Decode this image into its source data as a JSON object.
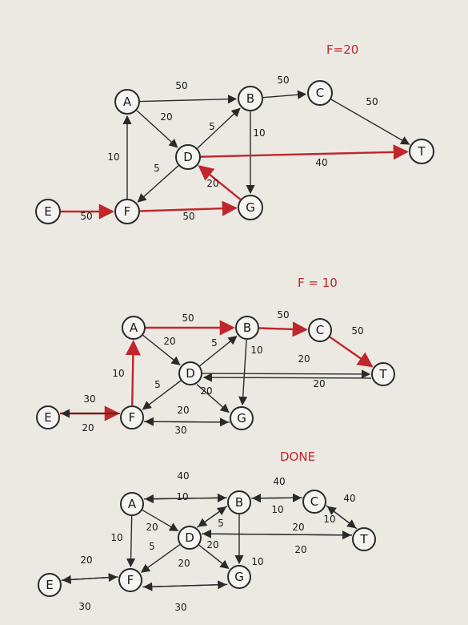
{
  "colors": {
    "ink": "#2a2a2a",
    "red": "#c0262b",
    "paper": "#ece9e3"
  },
  "diagrams": [
    {
      "title": "F=20",
      "nodes": [
        {
          "id": "A",
          "label": "A"
        },
        {
          "id": "B",
          "label": "B"
        },
        {
          "id": "C",
          "label": "C"
        },
        {
          "id": "D",
          "label": "D"
        },
        {
          "id": "E",
          "label": "E"
        },
        {
          "id": "F",
          "label": "F"
        },
        {
          "id": "G",
          "label": "G"
        },
        {
          "id": "T",
          "label": "T"
        }
      ],
      "edges": [
        {
          "from": "A",
          "to": "B",
          "label": "50",
          "red": false
        },
        {
          "from": "B",
          "to": "C",
          "label": "50",
          "red": false
        },
        {
          "from": "C",
          "to": "T",
          "label": "50",
          "red": false
        },
        {
          "from": "A",
          "to": "D",
          "label": "20",
          "red": false
        },
        {
          "from": "D",
          "to": "B",
          "label": "5",
          "red": false
        },
        {
          "from": "B",
          "to": "G",
          "label": "10",
          "red": false
        },
        {
          "from": "F",
          "to": "A",
          "label": "10",
          "red": false
        },
        {
          "from": "D",
          "to": "F",
          "label": "5",
          "red": false
        },
        {
          "from": "D",
          "to": "T",
          "label": "40",
          "red": true
        },
        {
          "from": "G",
          "to": "D",
          "label": "20",
          "red": true
        },
        {
          "from": "E",
          "to": "F",
          "label": "50",
          "red": true
        },
        {
          "from": "F",
          "to": "G",
          "label": "50",
          "red": true
        }
      ]
    },
    {
      "title": "F = 10",
      "nodes": [
        {
          "id": "A",
          "label": "A"
        },
        {
          "id": "B",
          "label": "B"
        },
        {
          "id": "C",
          "label": "C"
        },
        {
          "id": "D",
          "label": "D"
        },
        {
          "id": "E",
          "label": "E"
        },
        {
          "id": "F",
          "label": "F"
        },
        {
          "id": "G",
          "label": "G"
        },
        {
          "id": "T",
          "label": "T"
        }
      ],
      "edges": [
        {
          "from": "A",
          "to": "B",
          "label": "50",
          "red": true
        },
        {
          "from": "B",
          "to": "C",
          "label": "50",
          "red": true
        },
        {
          "from": "C",
          "to": "T",
          "label": "50",
          "red": true
        },
        {
          "from": "A",
          "to": "D",
          "label": "20",
          "red": false
        },
        {
          "from": "D",
          "to": "B",
          "label": "5",
          "red": false
        },
        {
          "from": "B",
          "to": "G",
          "label": "10",
          "red": false
        },
        {
          "from": "F",
          "to": "A",
          "label": "10",
          "red": true
        },
        {
          "from": "D",
          "to": "F",
          "label": "5",
          "red": false
        },
        {
          "from": "D",
          "to": "T",
          "label": "20",
          "red": false
        },
        {
          "from": "T",
          "to": "D",
          "label": "20",
          "red": false
        },
        {
          "from": "D",
          "to": "G",
          "label": "20",
          "red": false
        },
        {
          "from": "E",
          "to": "F",
          "label": "30",
          "red": true
        },
        {
          "from": "F",
          "to": "E",
          "label": "20",
          "red": false
        },
        {
          "from": "G",
          "to": "F",
          "label": "20",
          "red": false
        },
        {
          "from": "F",
          "to": "G",
          "label": "30",
          "red": false
        }
      ]
    },
    {
      "title": "DONE",
      "nodes": [
        {
          "id": "A",
          "label": "A"
        },
        {
          "id": "B",
          "label": "B"
        },
        {
          "id": "C",
          "label": "C"
        },
        {
          "id": "D",
          "label": "D"
        },
        {
          "id": "E",
          "label": "E"
        },
        {
          "id": "F",
          "label": "F"
        },
        {
          "id": "G",
          "label": "G"
        },
        {
          "id": "T",
          "label": "T"
        }
      ],
      "edges": [
        {
          "from": "A",
          "to": "B",
          "label": "40",
          "red": false
        },
        {
          "from": "B",
          "to": "A",
          "label": "10",
          "red": false
        },
        {
          "from": "B",
          "to": "C",
          "label": "40",
          "red": false
        },
        {
          "from": "C",
          "to": "B",
          "label": "10",
          "red": false
        },
        {
          "from": "C",
          "to": "T",
          "label": "40",
          "red": false
        },
        {
          "from": "T",
          "to": "C",
          "label": "10",
          "red": false
        },
        {
          "from": "A",
          "to": "D",
          "label": "20",
          "red": false
        },
        {
          "from": "D",
          "to": "B",
          "label": "5",
          "red": false
        },
        {
          "from": "B",
          "to": "D",
          "label": "20",
          "red": false
        },
        {
          "from": "B",
          "to": "G",
          "label": "10",
          "red": false
        },
        {
          "from": "A",
          "to": "F",
          "label": "10",
          "red": false
        },
        {
          "from": "D",
          "to": "F",
          "label": "5",
          "red": false
        },
        {
          "from": "D",
          "to": "T",
          "label": "20",
          "red": false
        },
        {
          "from": "T",
          "to": "D",
          "label": "20",
          "red": false
        },
        {
          "from": "D",
          "to": "G",
          "label": "20",
          "red": false
        },
        {
          "from": "E",
          "to": "F",
          "label": "20",
          "red": false
        },
        {
          "from": "F",
          "to": "E",
          "label": "30",
          "red": false
        },
        {
          "from": "G",
          "to": "F",
          "label": "",
          "red": false
        },
        {
          "from": "F",
          "to": "G",
          "label": "30",
          "red": false
        }
      ]
    }
  ]
}
